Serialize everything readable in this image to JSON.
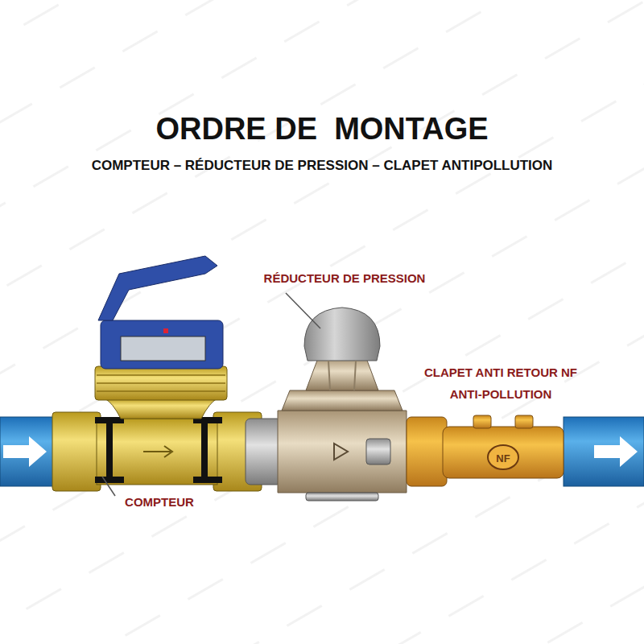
{
  "diagram": {
    "title": "ORDRE DE  MONTAGE",
    "caption": "COMPTEUR – RÉDUCTEUR DE PRESSION – CLAPET ANTIPOLLUTION",
    "labels": [
      "RÉDUCTEUR DE PRESSION",
      "CLAPET ANTI RETOUR NF ANTI-POLLUTION",
      "COMPTEUR",
      "NF"
    ]
  }
}
